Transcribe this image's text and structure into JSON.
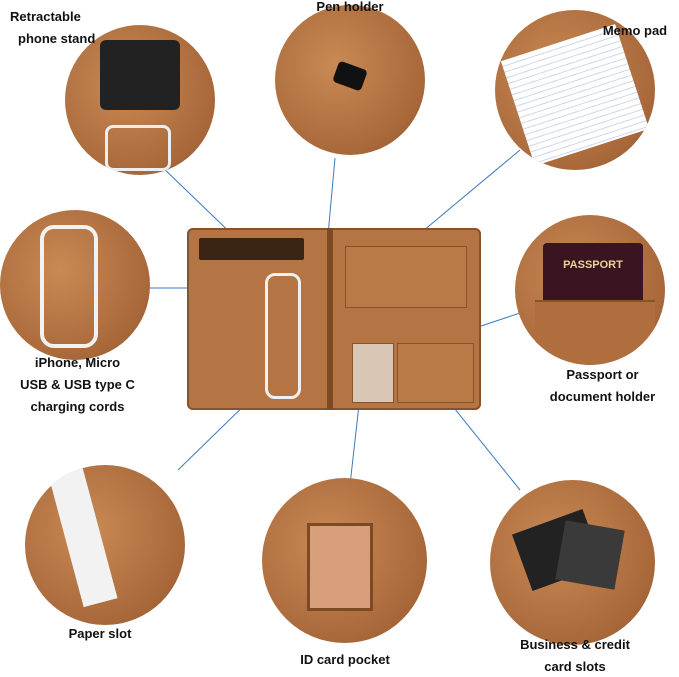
{
  "labels": {
    "phone_stand_1": "Retractable",
    "phone_stand_2": "phone stand",
    "pen_holder": "Pen holder",
    "memo_pad": "Memo pad",
    "cords_1": "iPhone, Micro",
    "cords_2": "USB & USB type C",
    "cords_3": "charging cords",
    "passport_1": "Passport or",
    "passport_2": "document holder",
    "paper_slot": "Paper slot",
    "id_card": "ID card pocket",
    "cards_1": "Business & credit",
    "cards_2": "card slots"
  },
  "passport_text": "PASSPORT",
  "colors": {
    "leather": "#a8683a",
    "line": "#3a7bbf"
  }
}
